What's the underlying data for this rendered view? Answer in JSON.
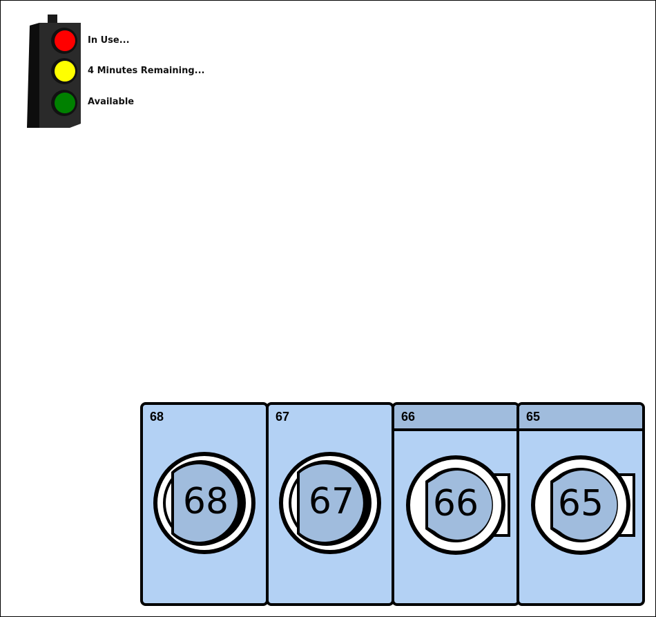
{
  "legend": {
    "items": [
      {
        "status": "in-use",
        "label": "In Use...",
        "color": "#ff0000"
      },
      {
        "status": "almost-done",
        "label": "4 Minutes Remaining...",
        "color": "#ffff00"
      },
      {
        "status": "available",
        "label": "Available",
        "color": "#008000"
      }
    ]
  },
  "colors": {
    "machine_body": "#b3d1f4",
    "machine_door": "#a0bcdd",
    "outline": "#000000"
  },
  "machines": [
    {
      "number": "68",
      "type": "dryer"
    },
    {
      "number": "67",
      "type": "dryer"
    },
    {
      "number": "66",
      "type": "washer"
    },
    {
      "number": "65",
      "type": "washer"
    }
  ]
}
